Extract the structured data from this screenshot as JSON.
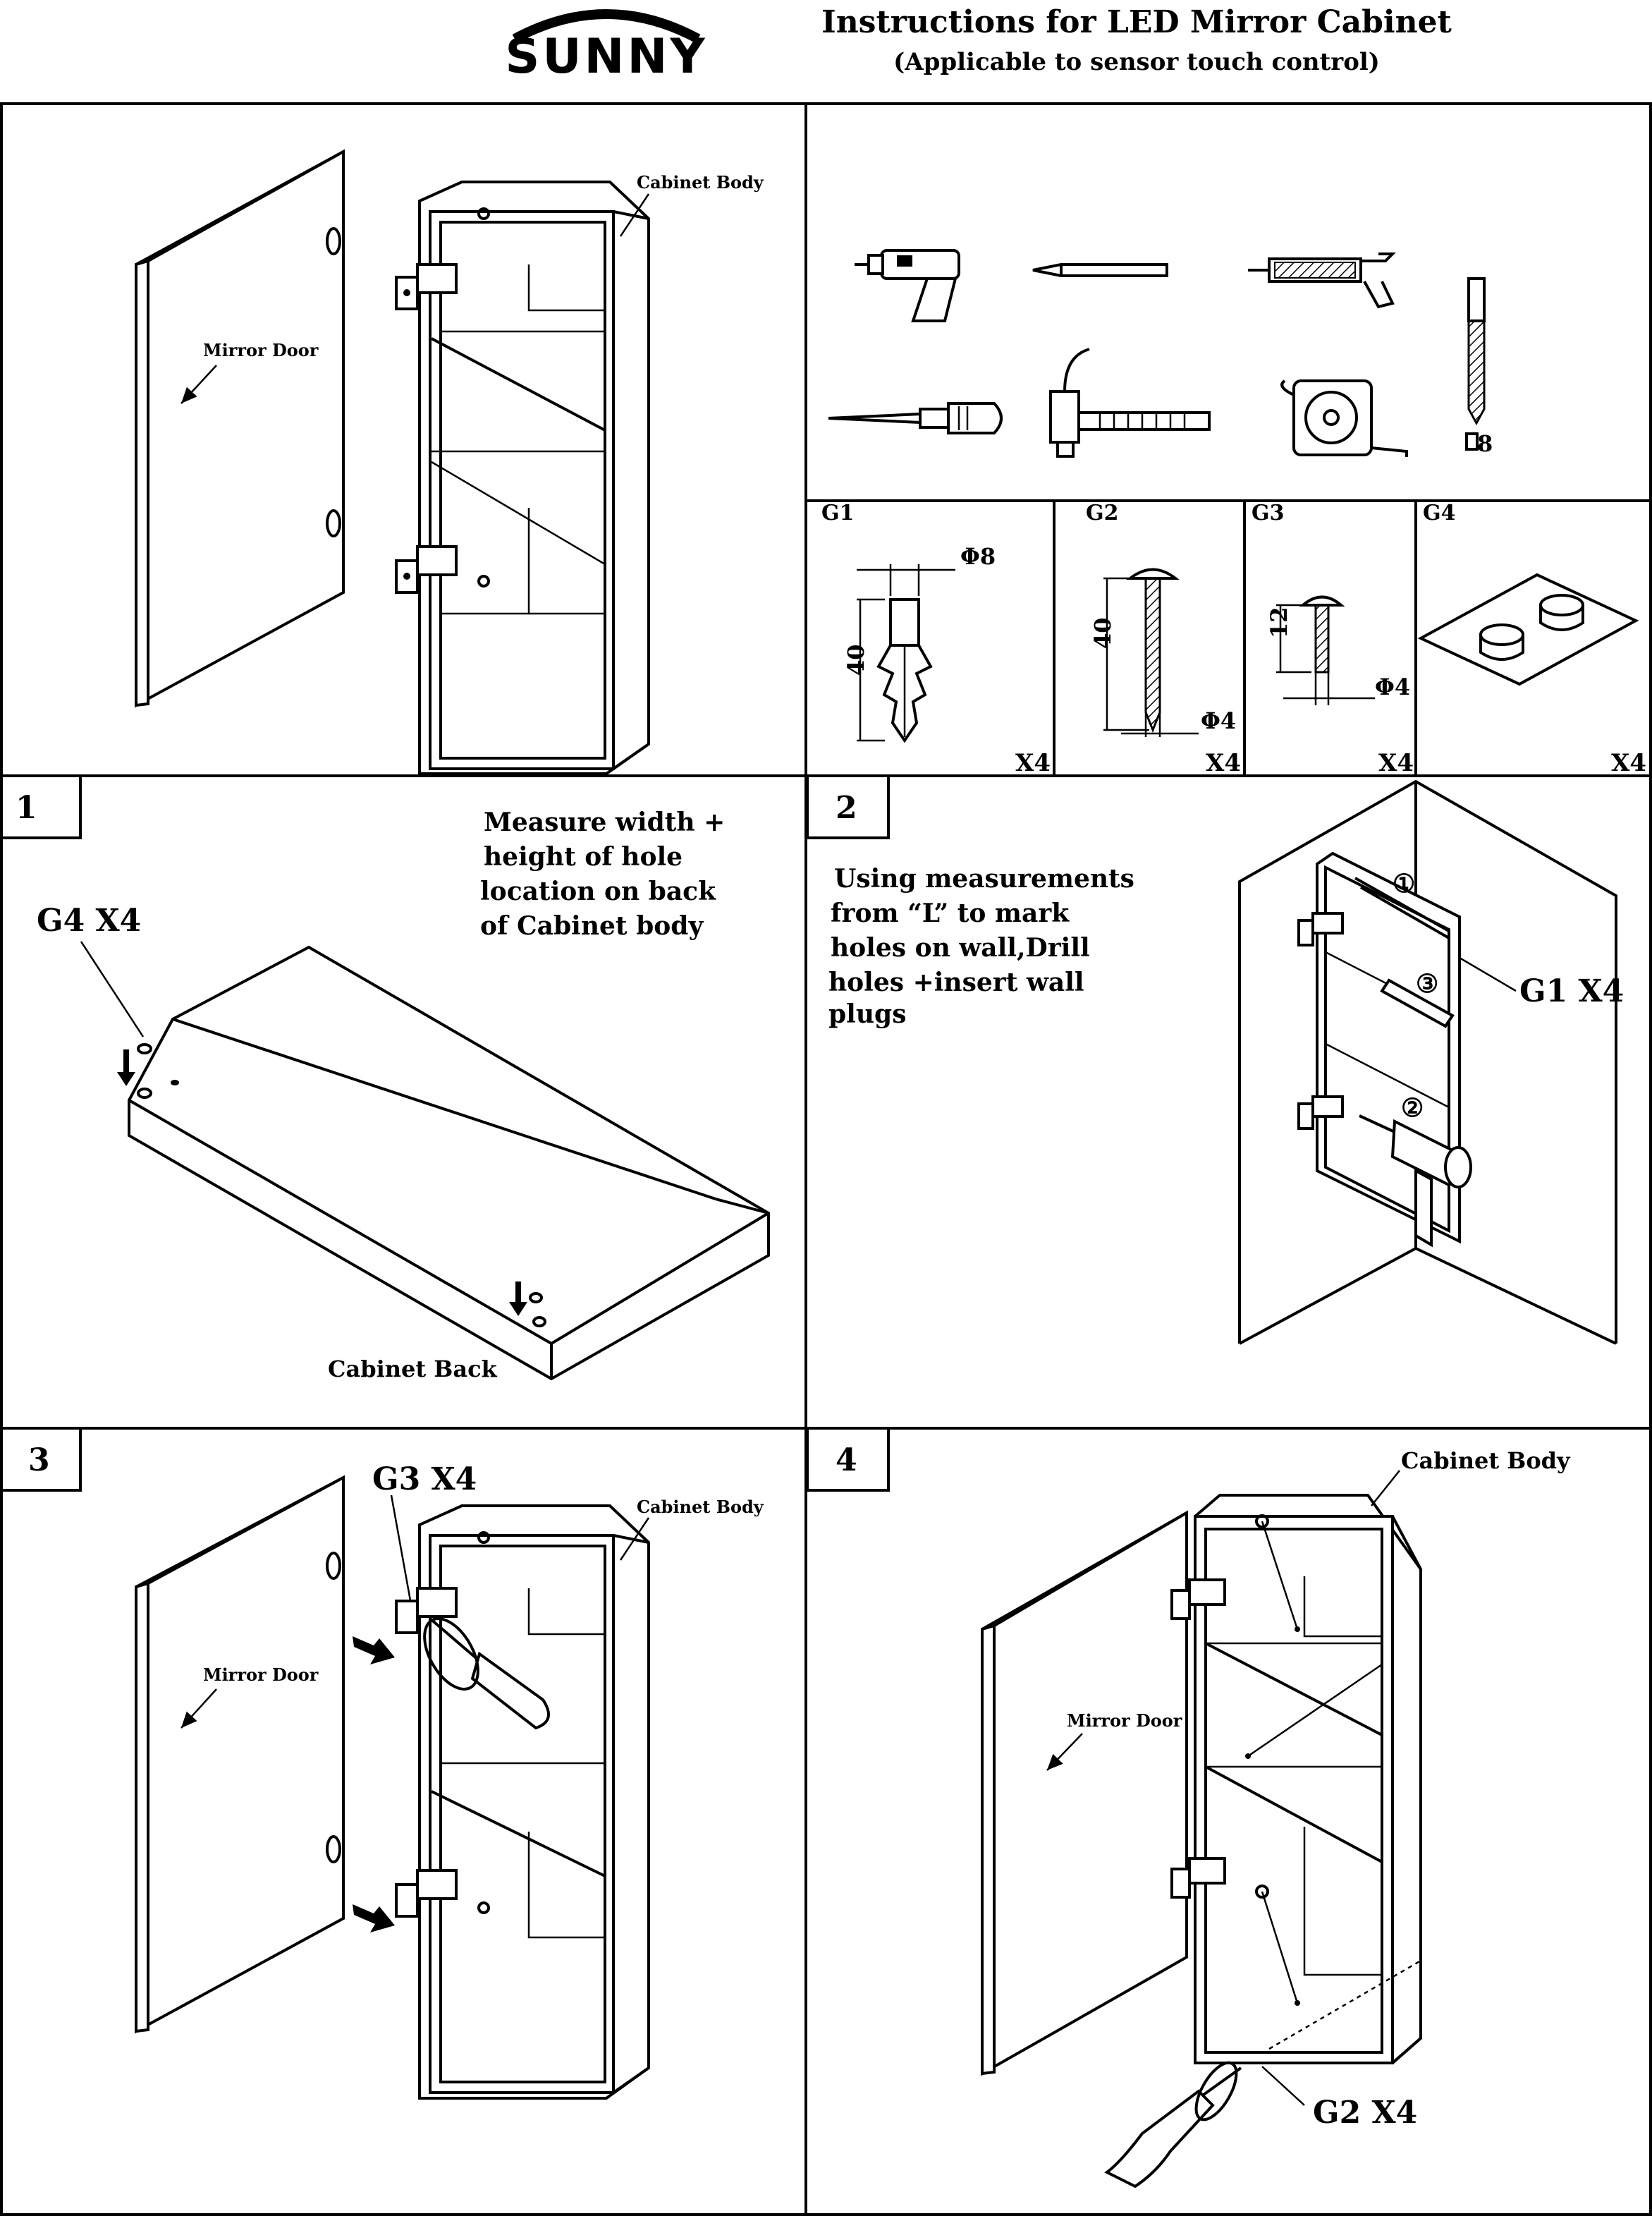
{
  "header": {
    "brand": "SUNNY",
    "title": "Instructions for LED Mirror Cabinet",
    "subtitle": "(Applicable to sensor touch control)"
  },
  "overview": {
    "cabinet_body_label": "Cabinet Body",
    "mirror_door_label": "Mirror Door"
  },
  "tools": [
    "drill-icon",
    "pencil-icon",
    "caulk-gun-icon",
    "drill-bit-icon",
    "screwdriver-icon",
    "hammer-icon",
    "tape-measure-icon"
  ],
  "drill_bit_size": "8",
  "parts": [
    {
      "id": "G1",
      "dim1": "Φ8",
      "dim2": "40",
      "qty": "X4"
    },
    {
      "id": "G2",
      "dim1": "40",
      "dim2": "Φ4",
      "qty": "X4"
    },
    {
      "id": "G3",
      "dim1": "12",
      "dim2": "Φ4",
      "qty": "X4"
    },
    {
      "id": "G4",
      "qty": "X4"
    }
  ],
  "steps": [
    {
      "number": "1",
      "callout": "G4 X4",
      "lines": [
        "Measure width +",
        "height of  hole",
        "location on back",
        "of  Cabinet body"
      ],
      "label": "Cabinet Back"
    },
    {
      "number": "2",
      "lines": [
        "Using measurements",
        "from “L” to mark",
        "holes on wall,Drill",
        "holes +insert wall",
        "plugs"
      ],
      "callout": "G1 X4",
      "markers": [
        "①",
        "②",
        "③"
      ]
    },
    {
      "number": "3",
      "callout": "G3 X4",
      "cabinet_body_label": "Cabinet Body",
      "mirror_door_label": "Mirror Door"
    },
    {
      "number": "4",
      "callout": "G2 X4",
      "cabinet_body_label": "Cabinet Body",
      "mirror_door_label": "Mirror Door"
    }
  ]
}
